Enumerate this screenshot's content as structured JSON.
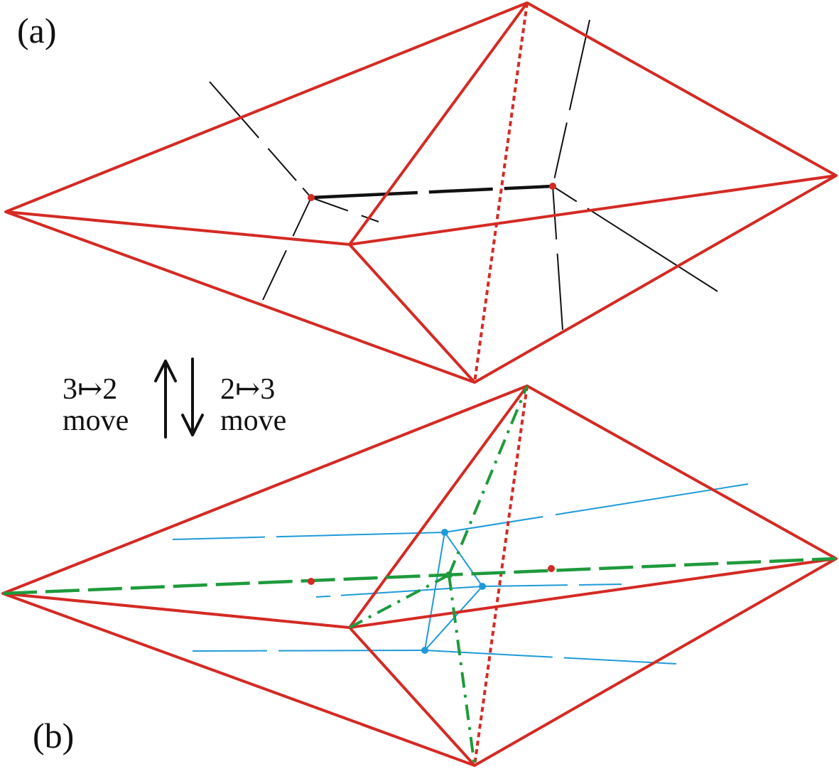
{
  "panels": {
    "a": {
      "label": "(a)"
    },
    "b": {
      "label": "(b)"
    }
  },
  "moves": {
    "left": {
      "line1": "3↦2",
      "line2": "move"
    },
    "right": {
      "line1": "2↦3",
      "line2": "move"
    }
  },
  "colors": {
    "edge": "#d42a24",
    "dual_black": "#111111",
    "dual_blue": "#1f9ad8",
    "dual_green": "#1e9a3c"
  }
}
